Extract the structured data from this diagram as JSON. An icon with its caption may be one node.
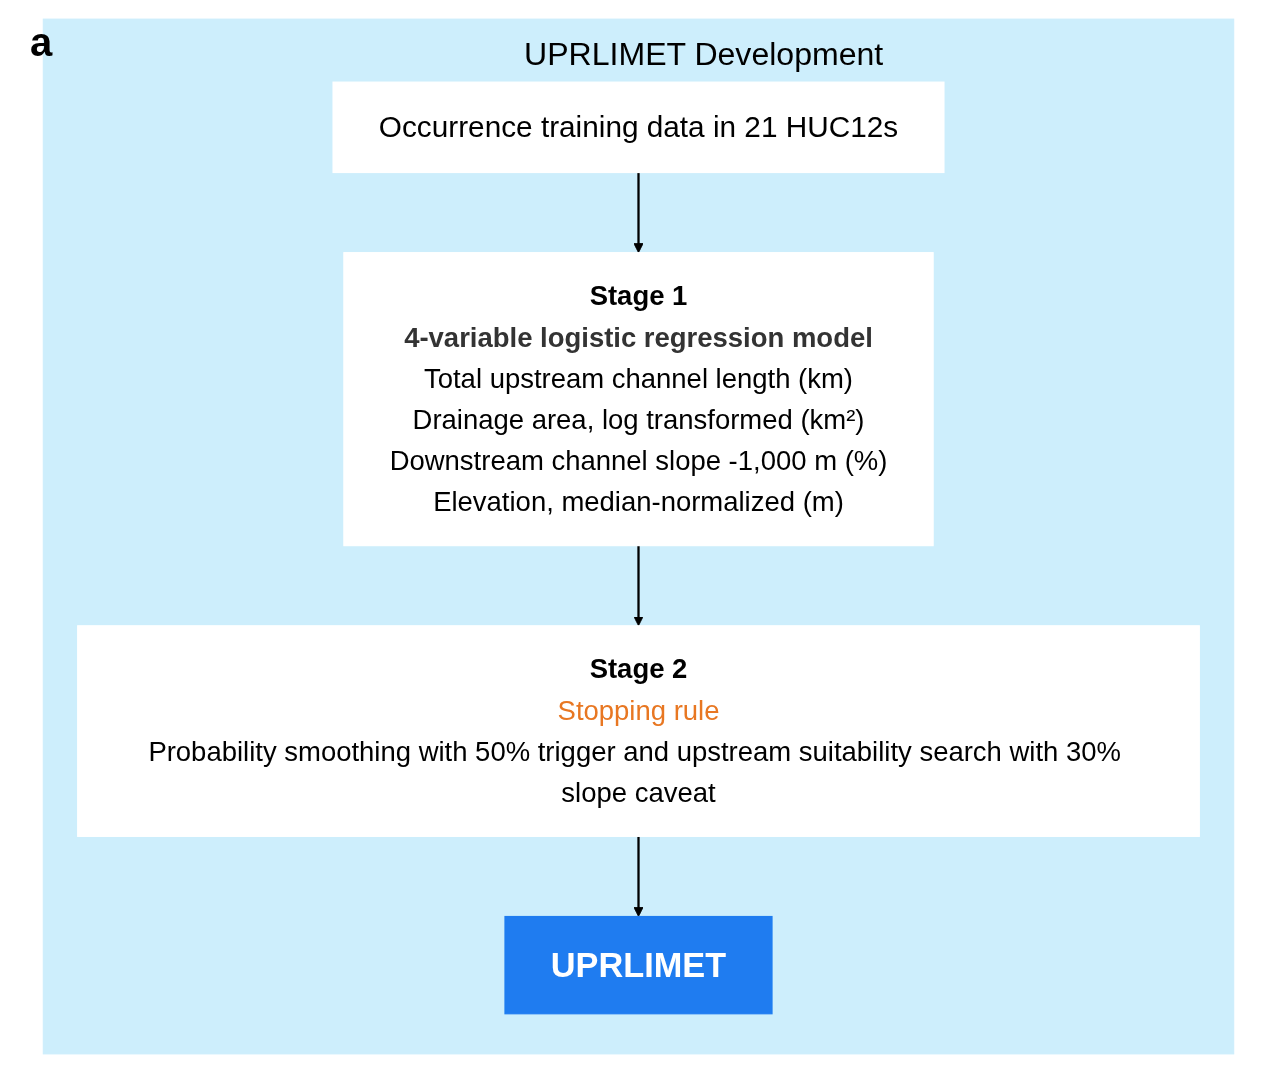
{
  "diagram": {
    "nodes": [
      {
        "text": [
          "UPRLIMET Development"
        ]
      },
      {
        "text": [
          "Occurrence training data in 21 HUC12s"
        ],
        "in": 0
      },
      {
        "text": [
          "Stage 1",
          "4-variable logistic regression model",
          "Total upstream channel length (km)",
          "Drainage area, log transformed (km²)",
          "Downstream channel slope -1,000 m (%)",
          "Elevation, median-normalized (m)"
        ],
        "in": 0
      },
      {
        "text": [
          "Stage 2",
          "Stopping rule",
          "Probability smoothing with 50% trigger and upstream suitability search with 30% slope caveat"
        ],
        "in": 0
      },
      {
        "text": [
          "UPRLIMET"
        ],
        "in": 0
      }
    ],
    "edges": [
      {
        "from": 1,
        "to": 2,
        "arrow": "to"
      },
      {
        "from": 2,
        "to": 3,
        "arrow": "to"
      },
      {
        "from": 3,
        "to": 4,
        "arrow": "to"
      }
    ],
    "labels": [
      "a"
    ]
  }
}
